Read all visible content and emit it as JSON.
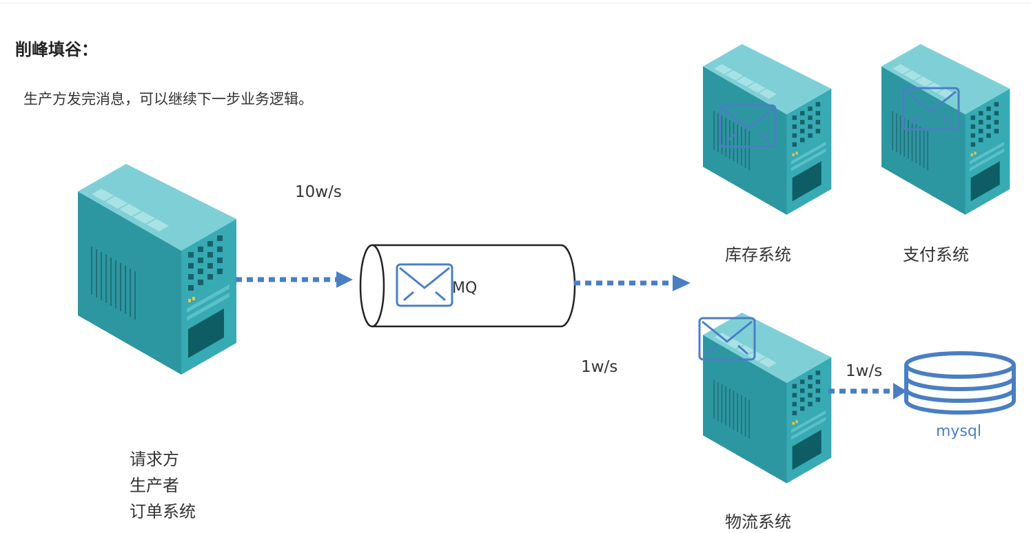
{
  "title": "削峰填谷：",
  "description": "生产方发完消息，可以继续下一步业务逻辑。",
  "producer": {
    "line1": "请求方",
    "line2": "生产者",
    "line3": "订单系统"
  },
  "rates": {
    "inbound": "10w/s",
    "outbound": "1w/s",
    "to_db": "1w/s"
  },
  "queue": {
    "label": "MQ"
  },
  "consumers": {
    "inventory": "库存系统",
    "payment": "支付系统",
    "logistics": "物流系统"
  },
  "database": {
    "label": "mysql"
  },
  "colors": {
    "server_top": "#7fd0d6",
    "server_left": "#2d97a1",
    "server_right": "#37aab4",
    "arrow": "#4a7ec4",
    "db": "#4a7ec4"
  }
}
